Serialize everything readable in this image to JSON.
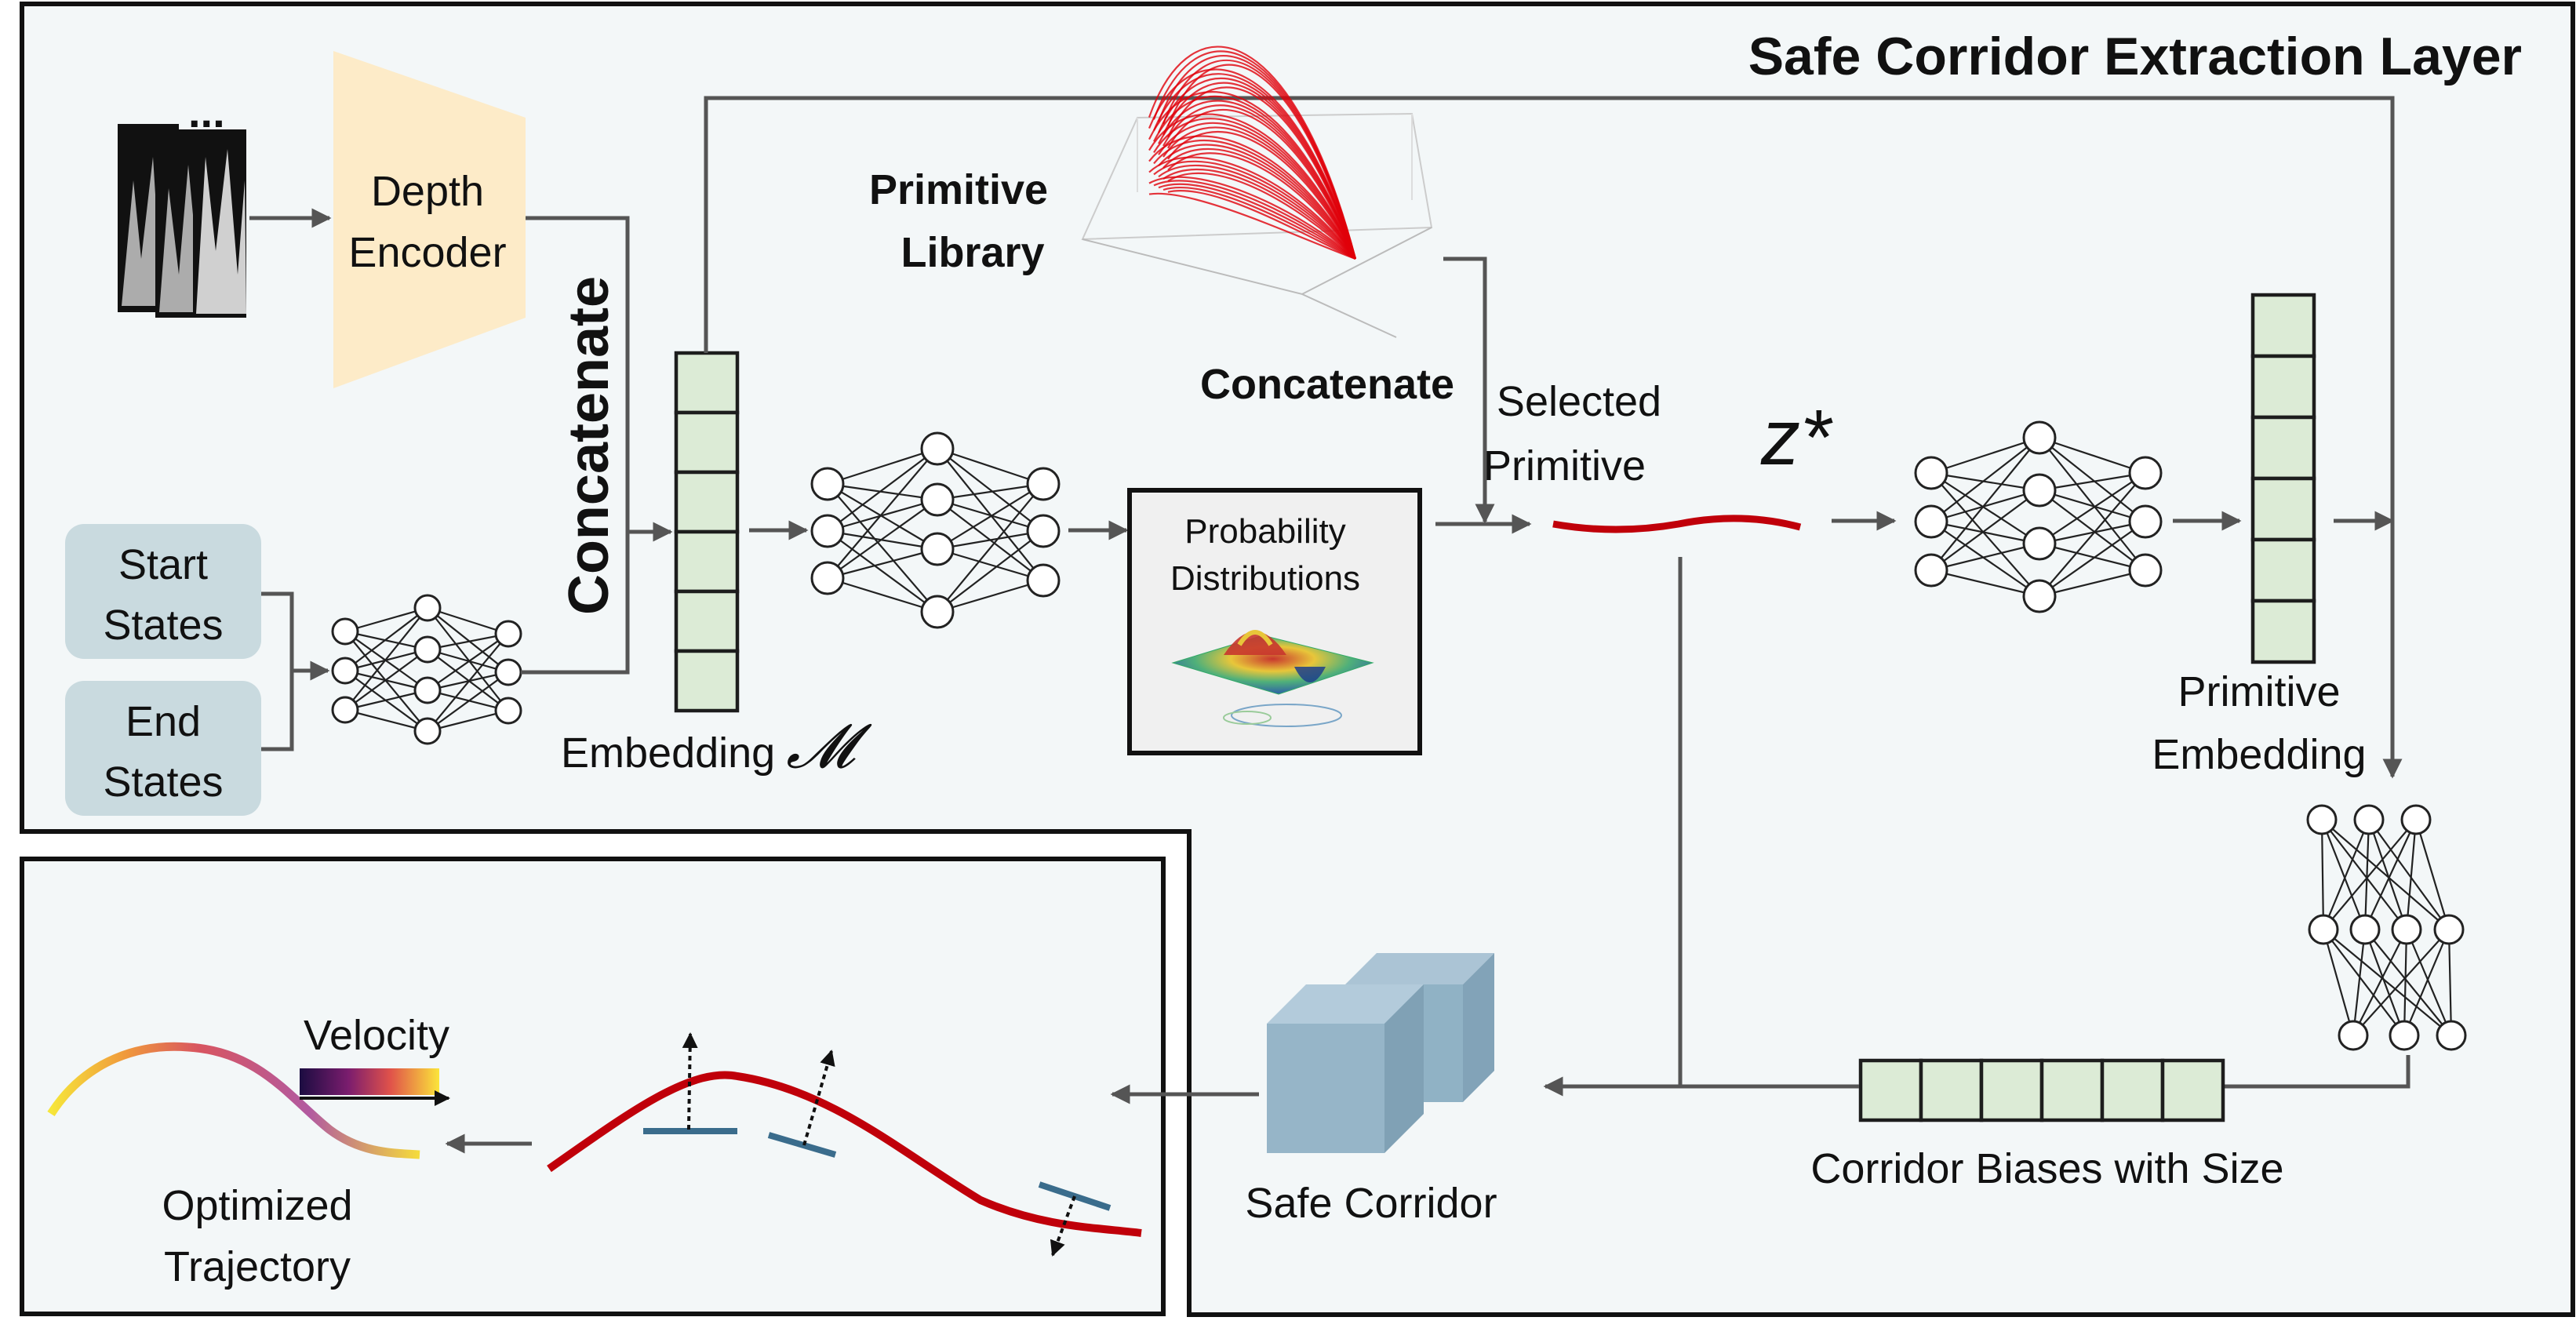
{
  "colors": {
    "panel_bg": "#f3f7f8",
    "encoder_fill": "#fdebc8",
    "state_box_fill": "#c9dadf",
    "embedding_cell": "#dcebd6",
    "primitive_red": "#c0000a",
    "corridor_blue": "#7fa6bd",
    "arrow_gray": "#555555"
  },
  "labels": {
    "title": "Safe Corridor Extraction Layer",
    "depth_encoder_1": "Depth",
    "depth_encoder_2": "Encoder",
    "start_states_1": "Start",
    "start_states_2": "States",
    "end_states_1": "End",
    "end_states_2": "States",
    "concatenate_vertical": "Concatenate",
    "embedding": "Embedding",
    "embedding_symbol": "𝓜",
    "primitive_library_1": "Primitive",
    "primitive_library_2": "Library",
    "concatenate": "Concatenate",
    "prob_dist_1": "Probability",
    "prob_dist_2": "Distributions",
    "selected_primitive_1": "Selected",
    "selected_primitive_2": "Primitive",
    "z_star": "z*",
    "primitive_embedding_1": "Primitive",
    "primitive_embedding_2": "Embedding",
    "corridor_biases": "Corridor Biases with Size",
    "safe_corridor": "Safe Corridor",
    "velocity": "Velocity",
    "optimized_trajectory_1": "Optimized",
    "optimized_trajectory_2": "Trajectory",
    "ellipsis": "..."
  },
  "icons": {
    "depth_images": "depth-image-stack-icon",
    "encoder": "trapezoid-encoder-icon",
    "neural_net": "neural-network-icon",
    "primitive_library_plot": "3d-trajectory-plot-icon",
    "probability_surface": "3d-gaussian-surface-icon",
    "corridor_cubes": "cube-stack-icon",
    "velocity_colorbar": "colorbar-icon"
  }
}
